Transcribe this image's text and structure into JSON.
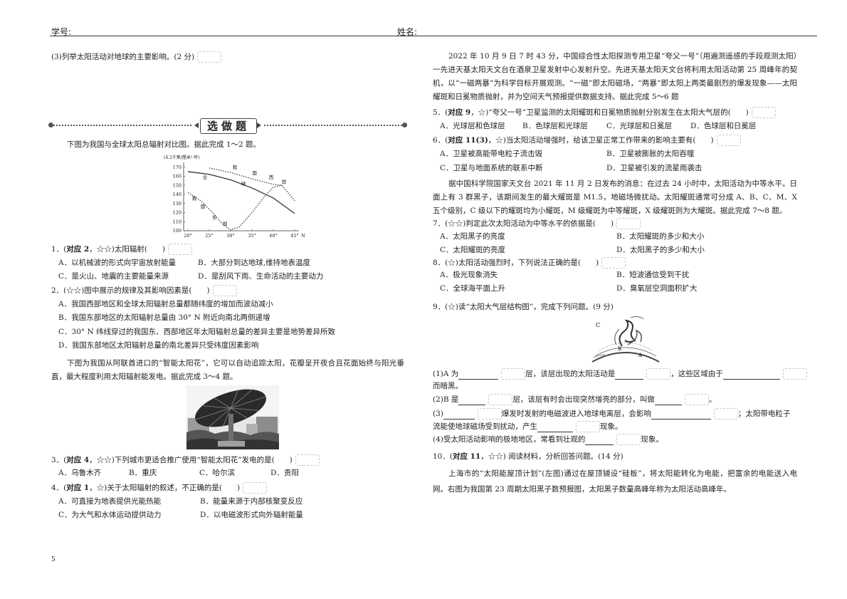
{
  "header": {
    "student_id_label": "学号:",
    "name_label": "姓名:"
  },
  "left": {
    "q_prev": "(3)列举太阳活动对地球的主要影响。(2 分)",
    "section_title": "选做题",
    "intro1": "下图为我国与全球太阳总辐射对比图。据此完成 1～2 题。",
    "q1": {
      "prefix": "1．(",
      "tag": "对应 2",
      "rest": "，☆☆)太阳辐射(　　)",
      "options": [
        "A．以机械波的形式向宇宙放射能量",
        "B．大部分到达地球,维持地表温度",
        "C．是火山、地震的主要能量来源",
        "D．是刮风下雨、生命活动的主要动力"
      ]
    },
    "q2": {
      "text": "2．(☆☆)图中展示的规律及其影响因素是(　　)",
      "options": [
        "A．我国西部地区和全球太阳辐射总量都随纬度的增加而波动减小",
        "B．我国东部地区的太阳辐射总量由 30° N 附近向南北两侧递增",
        "C．30° N 纬线穿过的我国东、西部地区年太阳辐射总量的差异主要是地势差异所致",
        "D．我国东部地区太阳辐射总量的南北差异只受纬度因素影响"
      ]
    },
    "intro2": "下图为我国从阿联酋进口的“智能太阳花”，它可以自动追踪太阳，花瓣呈开夜合且花面始终与阳光垂直，最大程度利用太阳辐射能发电。据此完成 3～4 题。",
    "q3": {
      "prefix": "3．(",
      "tag": "对应 4",
      "rest": "，☆☆)下列城市更适合推广使用“智能太阳花”发电的是(　　)",
      "options": [
        "A．乌鲁木齐",
        "B．重庆",
        "C．哈尔滨",
        "D．贵阳"
      ]
    },
    "q4": {
      "prefix": "4．(",
      "tag": "对应 1",
      "rest": "，☆)关于太阳辐射的叙述，不正确的是(　　)",
      "options": [
        "A．可直接为地表提供光能热能",
        "B．能量来源于内部核聚变反应",
        "C．为大气和水体运动提供动力",
        "D．以电磁波形式向外辐射能量"
      ]
    },
    "page_number": "5"
  },
  "right": {
    "intro3": "2022 年 10 月 9 日 7 时 43 分，中国综合性太阳探测专用卫星“夸父一号”（用遍测遥感的手段观测太阳）一先进天基太阳天文台在酒泉卫星发射中心发射升空。先进天基太阳天文台将利用太阳活动第 25 周峰年的契机，以“一磁两暴”为科学目标开展观测。“一磁”即太阳磁场，“两暴”即太阳上两类最剧烈的爆发现象——太阳耀斑和日冕物质抛射，并为空间天气预报提供数据支持。据此完成 5～6 题",
    "q5": {
      "prefix": "5．(",
      "tag": "对应 9",
      "rest": "，☆)“夸父一号”卫星监测的太阳耀斑和日冕物质抛射分别发生在太阳大气层的(　　)",
      "options": [
        "A．光球层和色球层",
        "B．色球层和光球层",
        "C．光球层和日冕层",
        "D．色球层和日冕层"
      ]
    },
    "q6": {
      "prefix": "6．(",
      "tag": "对应 11(3)",
      "rest": "，☆)当太阳活动增强时，给该卫星正常工作带来的影响主要有(　　)",
      "options": [
        "A．卫星被高能带电粒子流击毁",
        "B．卫星被膨胀的太阳吞噬",
        "C．卫星与地面系统的联系中断",
        "D．卫星被引发的流星雨袭击"
      ]
    },
    "intro4": "据中国科学院国家天文台 2021 年 11 月 2 日发布的消息：在过去 24 小时中，太阳活动为中等水平。日面上有 3 群黑子，该期间发生的最大耀斑是 M1.5，地磁场微扰动。太阳耀斑通常可分成 A、B、C、M、X 五个级别，C 级以下的耀斑均为小耀斑，M 级耀斑为中等耀斑，X 级耀斑则为大耀斑。据此完成 7～8 题。",
    "q7": {
      "text": "7．(☆☆)判定此次太阳活动为中等水平的依据是(　　)",
      "options": [
        "A．太阳黑子的亮度",
        "B．太阳耀斑的多少和大小",
        "C．太阳耀斑的亮度",
        "D．太阳黑子的多少和大小"
      ]
    },
    "q8": {
      "text": "8．(☆)太阳活动强烈时，下列说法正确的是(　　)",
      "options": [
        "A．极光现象消失",
        "B．短波通信受到干扰",
        "C．全球海平面上升",
        "D．臭氧层空洞面积扩大"
      ]
    },
    "q9": {
      "text": "9．(☆)读“太阳大气层结构图”，完成下列问题。(9 分)",
      "s1a": "(1)A 为",
      "s1b": "层，该层出现的太阳活动是",
      "s1c": "，这些区域由于",
      "s1d": "而暗黑。",
      "s2a": "(2)B 是",
      "s2b": "层，该层有时会出现突然增亮的部分，叫做",
      "s2c": "。",
      "s3a": "(3)",
      "s3b": "爆发时发射的电磁波进入地球电离层，会影响",
      "s3c": "；太阳带电粒子",
      "s3d": "流能使地球磁场受到扰动，产生",
      "s3e": "现象。",
      "s4a": "(4)受太阳活动影响的极地地区，常看到壮观的",
      "s4b": "现象。"
    },
    "q10": {
      "prefix": "10．(",
      "tag": "对应 11",
      "rest": "，☆☆) 阅读材料，分析回答问题。(14 分)",
      "material": "上海市的“太阳能屋顶计划”(左图)通过在屋顶铺设“硅板”，将太阳能转化为电能，把富余的电能送入电网。右图为我国第 23 周期太阳黑子数预报图，太阳黑子数量高峰年称为太阳活动高峰年。"
    }
  },
  "figure_labels": {
    "C": "C",
    "B": "B",
    "A": "A"
  },
  "chart_data": {
    "type": "line",
    "ylabel": "(4.2千焦/厘米²·年)",
    "xunit": "N",
    "x": [
      20,
      25,
      30,
      35,
      40,
      45
    ],
    "x_tick_labels": [
      "20°",
      "25°",
      "30°",
      "35°",
      "40°",
      "45°"
    ],
    "y_ticks": [
      100,
      110,
      120,
      130,
      140,
      150,
      160,
      170
    ],
    "ylim": [
      100,
      172
    ],
    "xlim": [
      19,
      46
    ],
    "series": [
      {
        "name": "全球",
        "style": "solid",
        "x": [
          20,
          25,
          30,
          35,
          40,
          45
        ],
        "values": [
          165,
          162,
          156,
          147,
          136,
          119
        ]
      },
      {
        "name": "我国东部",
        "style": "dotted",
        "x": [
          20,
          23,
          26,
          28,
          30,
          32,
          35,
          38,
          40,
          42
        ],
        "values": [
          142,
          133,
          119,
          108,
          101,
          104,
          120,
          138,
          148,
          150
        ]
      },
      {
        "name": "我国西部",
        "style": "dotted",
        "x": [
          25,
          30,
          35,
          40,
          42,
          45
        ],
        "values": [
          169,
          164,
          157,
          151,
          150,
          133
        ]
      }
    ],
    "annotations": [
      {
        "text": "全",
        "x": 24,
        "y": 157
      },
      {
        "text": "球",
        "x": 33,
        "y": 150
      },
      {
        "text": "我",
        "x": 21.5,
        "y": 134
      },
      {
        "text": "国",
        "x": 23.5,
        "y": 125
      },
      {
        "text": "东",
        "x": 26.2,
        "y": 113
      },
      {
        "text": "部",
        "x": 28.7,
        "y": 106
      },
      {
        "text": "我",
        "x": 31,
        "y": 168
      },
      {
        "text": "国",
        "x": 35.6,
        "y": 162
      },
      {
        "text": "西",
        "x": 39.5,
        "y": 157
      },
      {
        "text": "部",
        "x": 42.5,
        "y": 152
      }
    ]
  }
}
